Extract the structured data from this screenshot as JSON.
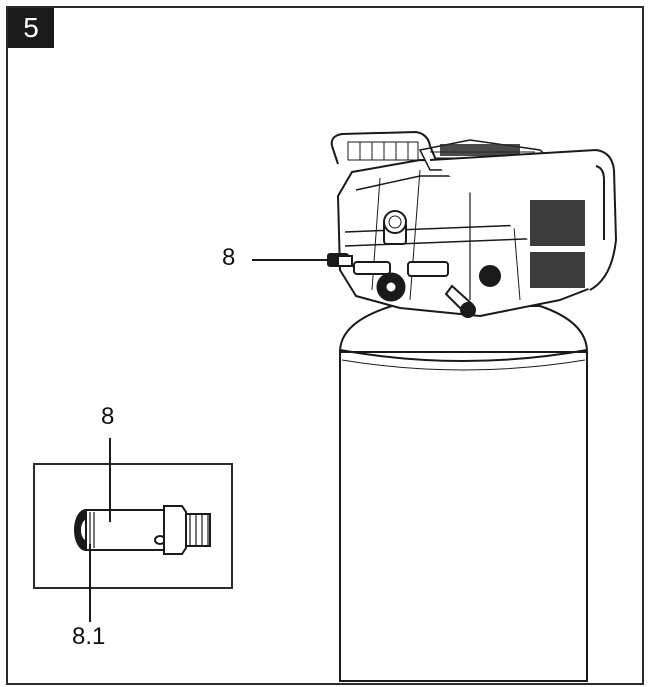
{
  "figure": {
    "number": "5"
  },
  "callouts": {
    "main_part": "8",
    "inset_part": "8",
    "inset_subpart": "8.1"
  },
  "colors": {
    "line": "#1a1a1a",
    "frame": "#2b2b2b",
    "background": "#ffffff"
  }
}
